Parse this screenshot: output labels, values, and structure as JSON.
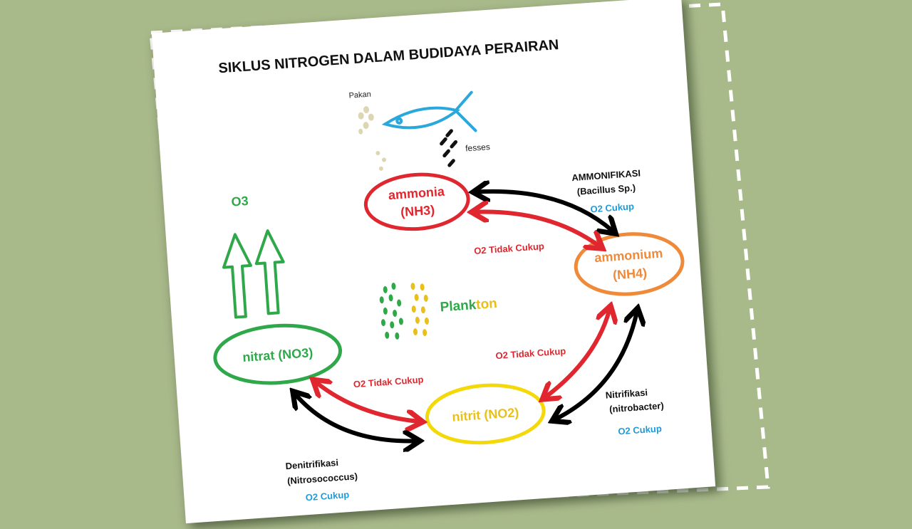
{
  "diagram": {
    "title": "SIKLUS NITROGEN DALAM BUDIDAYA PERAIRAN",
    "nodes": {
      "ammonia": {
        "line1": "ammonia",
        "line2": "(NH3)",
        "color": "#e0262e"
      },
      "ammonium": {
        "line1": "ammonium",
        "line2": "(NH4)",
        "color": "#ee8a3a"
      },
      "nitrit": {
        "label": "nitrit (NO2)",
        "color": "#f4d90a"
      },
      "nitrat": {
        "label": "nitrat (NO3)",
        "color": "#2fa84a"
      }
    },
    "fish": {
      "pakan_label": "Pakan",
      "fesses_label": "fesses",
      "color": "#2aa8dc"
    },
    "o3_label": "O3",
    "plankton": {
      "part1": "Plank",
      "part2": "ton",
      "green": "#2fa84a",
      "yellow": "#e9c01b"
    },
    "processes": {
      "ammonifikasi": {
        "name": "AMMONIFIKASI",
        "agent": "(Bacillus Sp.)",
        "o2": "O2 Cukup"
      },
      "nitrifikasi": {
        "name": "Nitrifikasi",
        "agent": "(nitrobacter)",
        "o2": "O2 Cukup"
      },
      "denitrifikasi": {
        "name": "Denitrifikasi",
        "agent": "(Nitrosococcus)",
        "o2": "O2 Cukup"
      }
    },
    "o2_tidak_cukup": {
      "ammonia_ammonium": "O2 Tidak Cukup",
      "ammonium_nitrit": "O2 Tidak Cukup",
      "nitrit_nitrat": "O2 Tidak Cukup"
    },
    "colors": {
      "o2_cukup": "#1f9ad6",
      "o2_tidak": "#e0262e",
      "arrow_black": "#000000",
      "arrow_red": "#e0262e"
    }
  }
}
